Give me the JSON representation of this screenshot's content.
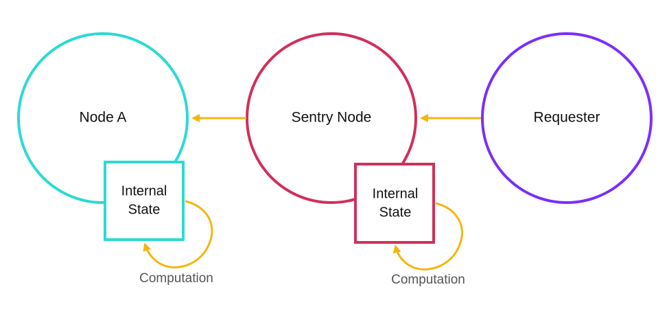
{
  "nodes": {
    "node_a": {
      "label": "Node A",
      "color": "#2ED9D3"
    },
    "sentry": {
      "label": "Sentry Node",
      "color": "#D0305A"
    },
    "requester": {
      "label": "Requester",
      "color": "#7B2FF7"
    }
  },
  "internal_states": {
    "node_a": {
      "line1": "Internal",
      "line2": "State",
      "computation_label": "Computation"
    },
    "sentry": {
      "line1": "Internal",
      "line2": "State",
      "computation_label": "Computation"
    }
  },
  "arrow_color": "#F5B50F"
}
